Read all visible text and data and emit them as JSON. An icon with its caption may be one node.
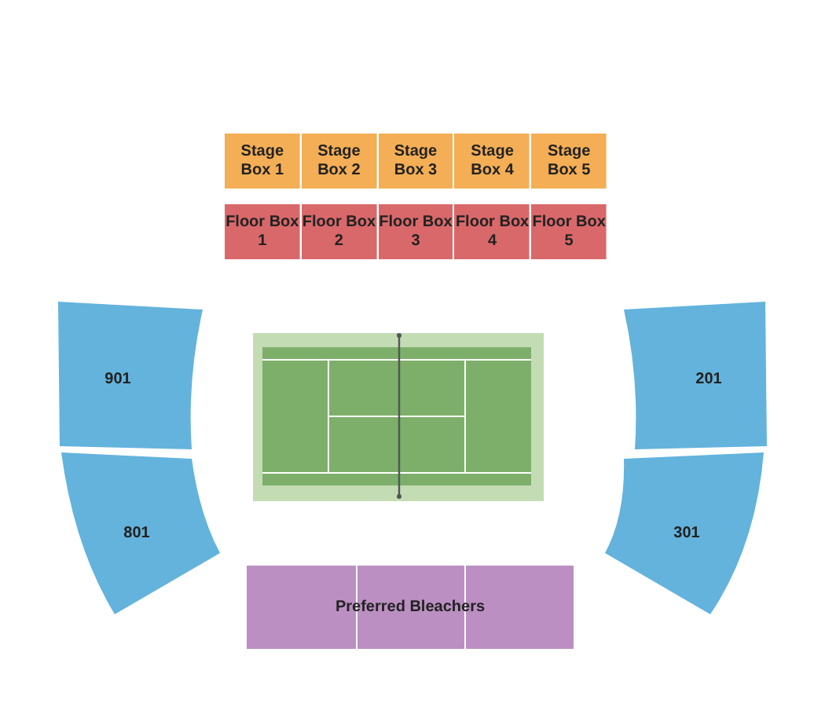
{
  "diagram": {
    "nodes": [
      {
        "text": [
          "Stage Box 1"
        ]
      },
      {
        "text": [
          "Stage Box 2"
        ]
      },
      {
        "text": [
          "Stage Box 3"
        ]
      },
      {
        "text": [
          "Stage Box 4"
        ]
      },
      {
        "text": [
          "Stage Box 5"
        ]
      },
      {
        "text": [
          "Floor Box 1"
        ]
      },
      {
        "text": [
          "Floor Box 2"
        ]
      },
      {
        "text": [
          "Floor Box 3"
        ]
      },
      {
        "text": [
          "Floor Box 4"
        ]
      },
      {
        "text": [
          "Floor Box 5"
        ]
      },
      {
        "text": [
          "901"
        ]
      },
      {
        "text": [
          "201"
        ]
      },
      {
        "text": [
          "801"
        ]
      },
      {
        "text": [
          "301"
        ]
      },
      {
        "text": [
          "Preferred Bleachers"
        ]
      }
    ]
  }
}
